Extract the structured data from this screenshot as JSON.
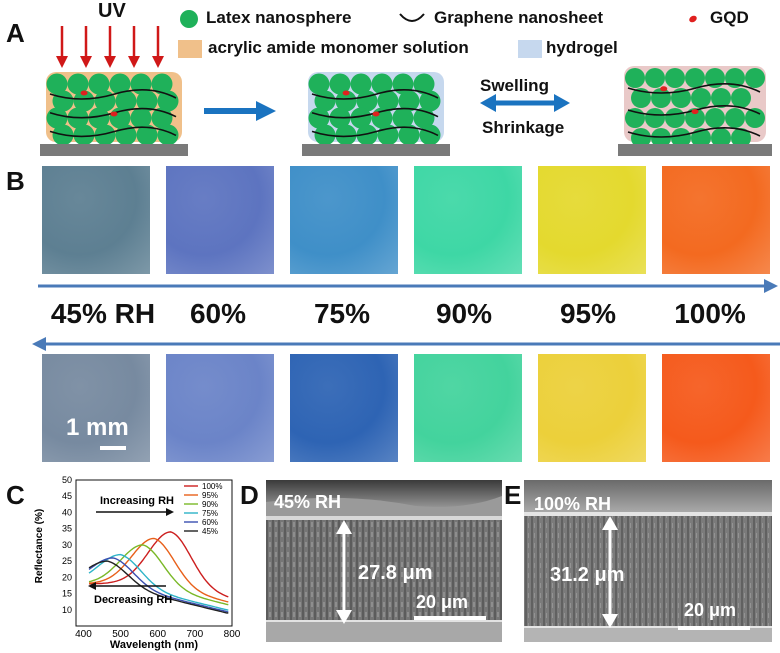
{
  "panels": {
    "a": "A",
    "b": "B",
    "c": "C",
    "d": "D",
    "e": "E"
  },
  "panel_a": {
    "uv_label": "UV",
    "legend": {
      "latex": "Latex nanosphere",
      "graphene": "Graphene nanosheet",
      "gqd": "GQD",
      "monomer": "acrylic amide monomer solution",
      "hydrogel": "hydrogel"
    },
    "swelling": "Swelling",
    "shrinkage": "Shrinkage",
    "colors": {
      "nanosphere": "#1fb15a",
      "gqd": "#e0201f",
      "monomer": "#f0c08a",
      "hydrogel": "#c6d8ee",
      "swollen": "#e9c9c8",
      "substrate": "#7a7a7a",
      "arrow_blue": "#1a73c0",
      "uv_arrow": "#d01818"
    }
  },
  "panel_b": {
    "rh_labels": [
      "45% RH",
      "60%",
      "75%",
      "90%",
      "95%",
      "100%"
    ],
    "scale_bar": "1 mm",
    "top_colors": [
      "#5d7f92",
      "#5d74c0",
      "#3f8fc8",
      "#3ed7a5",
      "#e4d92e",
      "#f36a20"
    ],
    "bottom_colors": [
      "#778aa0",
      "#6b84c8",
      "#2e64b4",
      "#43d39d",
      "#ecd03a",
      "#f55a1c"
    ],
    "arrow_color": "#4a7ab8"
  },
  "chart_data": {
    "type": "line",
    "xlabel": "Wavelength (nm)",
    "ylabel": "Reflectance (%)",
    "xlim": [
      380,
      800
    ],
    "ylim": [
      5,
      50
    ],
    "xticks": [
      400,
      500,
      600,
      700,
      800
    ],
    "yticks": [
      10,
      15,
      20,
      25,
      30,
      35,
      40,
      45,
      50
    ],
    "annotations": {
      "increasing": "Increasing RH",
      "decreasing": "Decreasing RH"
    },
    "series": [
      {
        "name": "100%",
        "color": "#cc1f1f",
        "peak_x": 635,
        "peak_y": 34
      },
      {
        "name": "95%",
        "color": "#e8601a",
        "peak_x": 590,
        "peak_y": 32
      },
      {
        "name": "90%",
        "color": "#7ab827",
        "peak_x": 560,
        "peak_y": 30
      },
      {
        "name": "75%",
        "color": "#2eb4c8",
        "peak_x": 500,
        "peak_y": 27
      },
      {
        "name": "60%",
        "color": "#3a4fb0",
        "peak_x": 480,
        "peak_y": 26
      },
      {
        "name": "45%",
        "color": "#222222",
        "peak_x": 465,
        "peak_y": 25
      }
    ]
  },
  "panel_d": {
    "rh": "45% RH",
    "thickness": "27.8 μm",
    "scale": "20 μm"
  },
  "panel_e": {
    "rh": "100% RH",
    "thickness": "31.2 μm",
    "scale": "20 μm"
  }
}
